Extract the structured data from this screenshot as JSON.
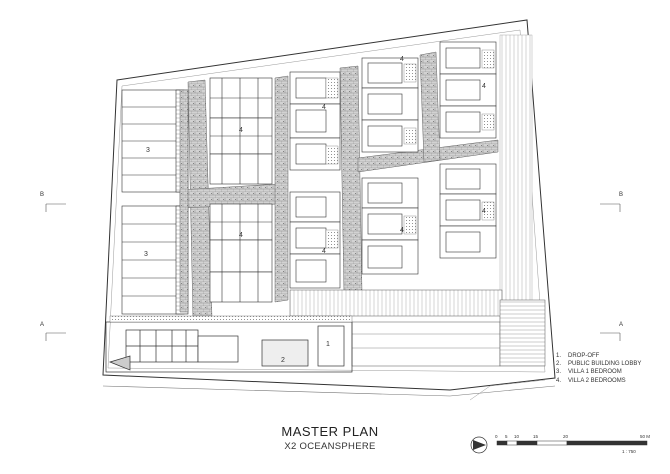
{
  "plan": {
    "title": "MASTER PLAN",
    "subtitle": "X2 OCEANSPHERE",
    "legend": [
      {
        "num": "1.",
        "label": "DROP-OFF"
      },
      {
        "num": "2.",
        "label": "PUBLIC BUILDING LOBBY"
      },
      {
        "num": "3.",
        "label": "VILLA 1 BEDROOM"
      },
      {
        "num": "4.",
        "label": "VILLA 2 BEDROOMS"
      }
    ],
    "section_marks": {
      "a": "A",
      "b": "B"
    },
    "unit_numbers": {
      "villa1": "3",
      "villa2": "4",
      "dropoff": "1",
      "lobby": "2"
    },
    "scale": {
      "ticks": [
        "0",
        "5",
        "10",
        "15",
        "20",
        "50 M"
      ],
      "ratio": "1 : 750"
    }
  },
  "colors": {
    "line": "#333333",
    "hatch": "#8a8a8a",
    "paper": "#ffffff"
  }
}
